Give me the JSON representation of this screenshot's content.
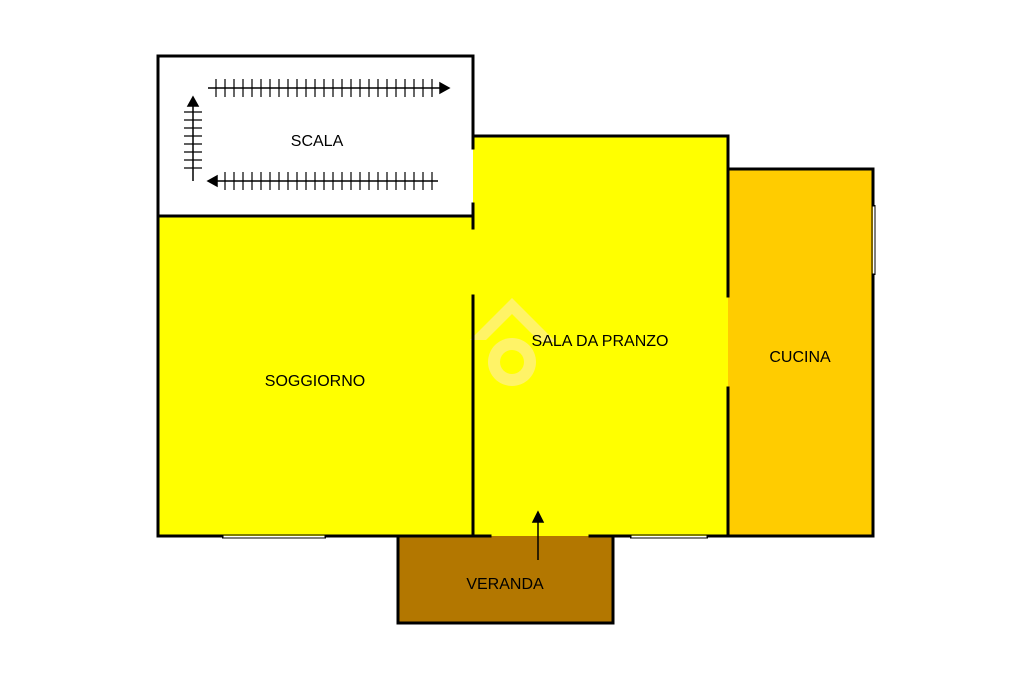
{
  "rooms": {
    "scala": {
      "label": "SCALA",
      "fill": "#ffffff"
    },
    "soggiorno": {
      "label": "SOGGIORNO",
      "fill": "#ffff00"
    },
    "sala_da_pranzo": {
      "label": "SALA DA PRANZO",
      "fill": "#ffff00"
    },
    "cucina": {
      "label": "CUCINA",
      "fill": "#ffcc00"
    },
    "veranda": {
      "label": "VERANDA",
      "fill": "#b37700"
    }
  },
  "colors": {
    "wall": "#000000",
    "watermark": "#fff27a"
  },
  "icons": {
    "stair_arrows": "stair-arrow-icon",
    "entrance": "entrance-arrow-icon",
    "watermark": "house-watermark-icon"
  }
}
